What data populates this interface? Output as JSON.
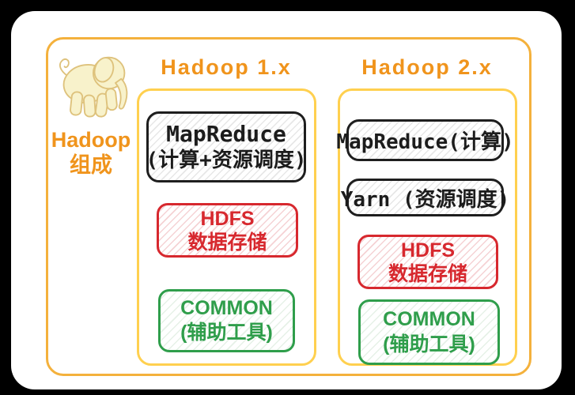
{
  "diagram": {
    "side_title": {
      "line1": "Hadoop",
      "line2": "组成"
    },
    "columns": [
      {
        "header": "Hadoop 1.x",
        "boxes": [
          {
            "name": "mapreduce",
            "lines": [
              "MapReduce",
              "(计算+资源调度)"
            ],
            "color": "black"
          },
          {
            "name": "hdfs",
            "lines": [
              "HDFS",
              "数据存储"
            ],
            "color": "red"
          },
          {
            "name": "common",
            "lines": [
              "COMMON",
              "(辅助工具)"
            ],
            "color": "green"
          }
        ]
      },
      {
        "header": "Hadoop 2.x",
        "boxes": [
          {
            "name": "mapreduce",
            "lines": [
              "MapReduce(计算)"
            ],
            "color": "black"
          },
          {
            "name": "yarn",
            "lines": [
              "Yarn (资源调度)"
            ],
            "color": "black"
          },
          {
            "name": "hdfs",
            "lines": [
              "HDFS",
              "数据存储"
            ],
            "color": "red"
          },
          {
            "name": "common",
            "lines": [
              "COMMON",
              "(辅助工具)"
            ],
            "color": "green"
          }
        ]
      }
    ],
    "icons": {
      "elephant": "hadoop-elephant-sketch"
    },
    "colors": {
      "background": "#000000",
      "paper": "#FFFFFF",
      "accent_orange_text": "#F0941C",
      "frame_orange": "#F4B13C",
      "container_yellow": "#FFD04F",
      "box_black": "#1E1E1E",
      "box_red": "#D7282E",
      "box_green": "#2F9E4B",
      "elephant_fill": "#F8F2CB",
      "elephant_stroke": "#DEC27C"
    }
  }
}
